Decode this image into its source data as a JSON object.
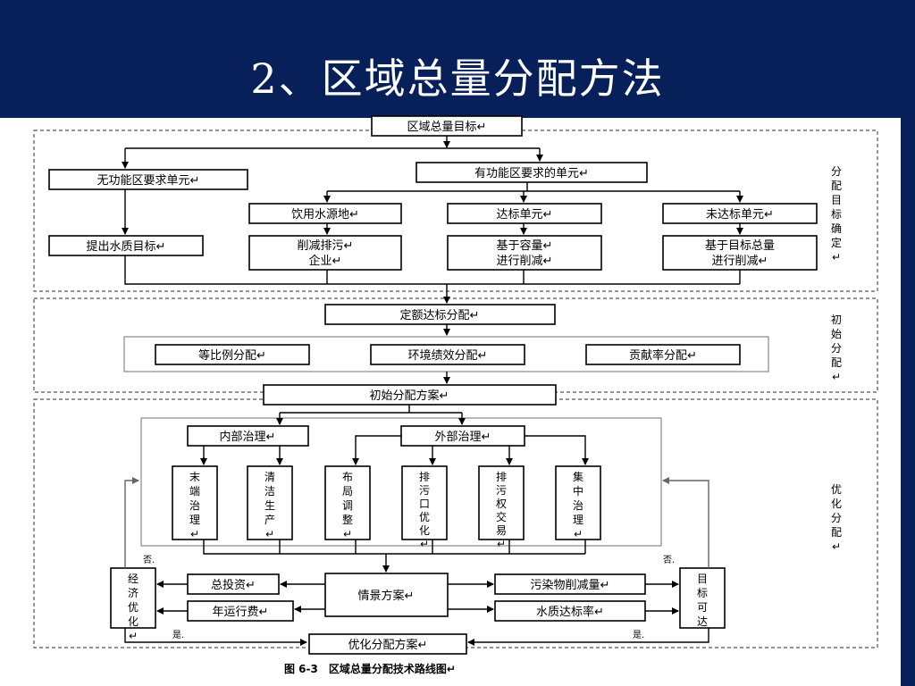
{
  "slide_title": "2、区域总量分配方法",
  "colors": {
    "header_bg": "#07205a",
    "title_text": "#ffffff"
  },
  "nodes": {
    "top": "区域总量目标↵",
    "no_func": "无功能区要求单元↵",
    "has_func": "有功能区要求的单元↵",
    "drinking": "饮用水源地↵",
    "up_std": "达标单元↵",
    "not_std": "未达标单元↵",
    "quality_target": "提出水质目标↵",
    "cut1": "削减排污↵",
    "cut2": "企业↵",
    "cap1": "基于容量↵",
    "cap2": "进行削减↵",
    "goal1": "基于目标总量",
    "goal2": "进行削减↵",
    "quota": "定额达标分配↵",
    "ratio": "等比例分配↵",
    "env": "环境绩效分配↵",
    "contrib": "贡献率分配↵",
    "initial": "初始分配方案↵",
    "internal": "内部治理↵",
    "external": "外部治理↵",
    "v1": "末端治理↵",
    "v2": "清洁生产↵",
    "v3": "布局调整↵",
    "v4": "排污口优化↵",
    "v5": "排污权交易↵",
    "v6": "集中治理↵",
    "econ": "经济优化↵",
    "invest": "总投资↵",
    "annual": "年运行费↵",
    "scenario": "情景方案↵",
    "pollute": "污染物削减量↵",
    "water": "水质达标率↵",
    "goal_ok": "目标可达",
    "final": "优化分配方案↵"
  },
  "sections": {
    "s1": "分配目标确定↵",
    "s2": "初始分配↵",
    "s3": "优化分配↵"
  },
  "labels": {
    "no_left": "否.",
    "no_right": "否.",
    "yes_left": "是.",
    "yes_right": "是."
  },
  "caption": "图 6-3　区域总量分配技术路线图↵"
}
